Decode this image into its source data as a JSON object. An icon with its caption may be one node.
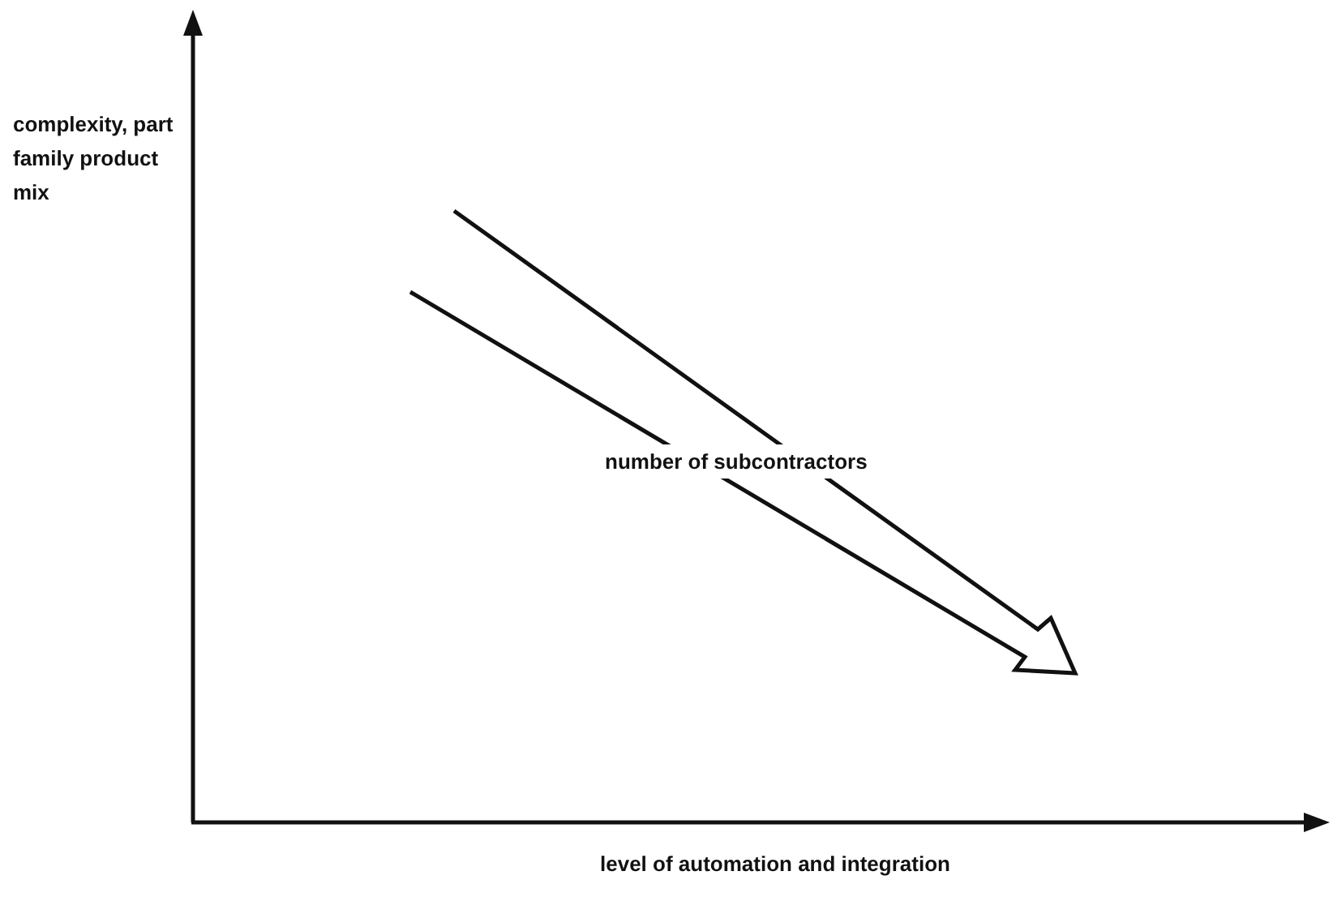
{
  "diagram": {
    "labels": [
      "complexity, part family product mix",
      "number of subcontractors",
      "level of automation and integration"
    ]
  }
}
